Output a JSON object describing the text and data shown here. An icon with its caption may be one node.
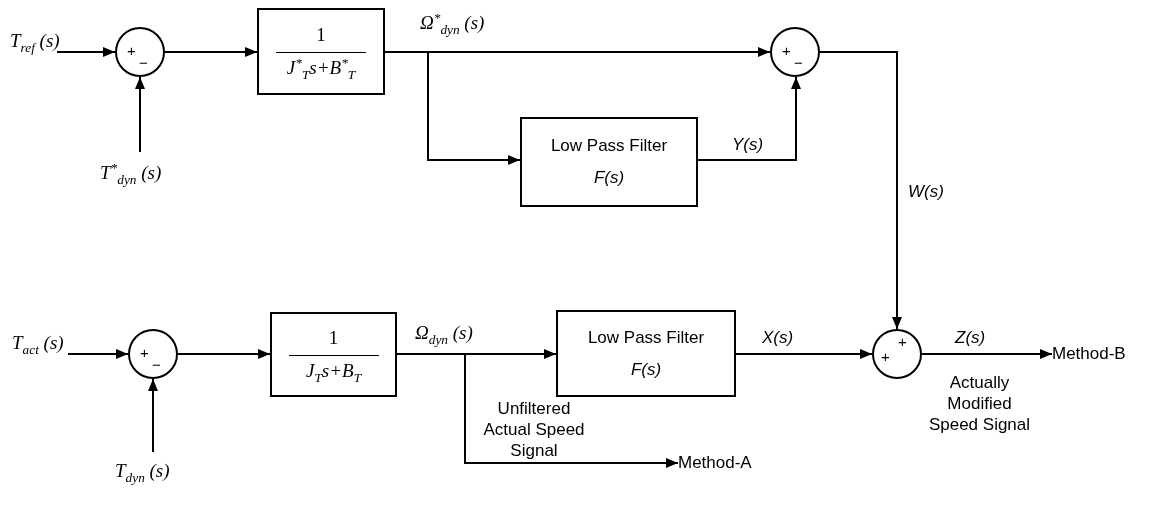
{
  "diagram": {
    "nodes": [
      {
        "text": [
          "T$_{ref}$ (s)"
        ]
      },
      {
        "text": [
          "+",
          "−"
        ]
      },
      {
        "text": [
          "1",
          "J$^{*}$$_{T}$s+B$^{*}$$_{T}$"
        ]
      },
      {
        "text": [
          "+",
          "−"
        ]
      },
      {
        "text": [
          "T$^{*}$$_{dyn}$ (s)"
        ]
      },
      {
        "text": [
          "Low Pass Filter",
          "F(s)"
        ]
      },
      {
        "text": [
          "T$_{act}$ (s)"
        ]
      },
      {
        "text": [
          "+",
          "−"
        ]
      },
      {
        "text": [
          "1",
          "J$_{T}$s+B$_{T}$"
        ]
      },
      {
        "text": [
          "Low Pass Filter",
          "F(s)"
        ]
      },
      {
        "text": [
          "+",
          "+"
        ]
      },
      {
        "text": [
          "Method-B"
        ]
      },
      {
        "text": [
          "T$_{dyn}$ (s)"
        ]
      },
      {
        "text": [
          "Method-A"
        ]
      }
    ],
    "edges": [
      {
        "from": 0,
        "to": 1,
        "arrow": "to"
      },
      {
        "from": 4,
        "to": 1,
        "arrow": "to"
      },
      {
        "from": 1,
        "to": 2,
        "arrow": "to"
      },
      {
        "from": 2,
        "to": 3,
        "arrow": "to",
        "label": "Ω$^{*}$$_{dyn}$ (s)"
      },
      {
        "from": 2,
        "to": 5,
        "arrow": "to"
      },
      {
        "from": 5,
        "to": 3,
        "arrow": "to",
        "label": "Y(s)"
      },
      {
        "from": 3,
        "to": 10,
        "arrow": "to",
        "label": "W(s)"
      },
      {
        "from": 6,
        "to": 7,
        "arrow": "to"
      },
      {
        "from": 12,
        "to": 7,
        "arrow": "to"
      },
      {
        "from": 7,
        "to": 8,
        "arrow": "to"
      },
      {
        "from": 8,
        "to": 9,
        "arrow": "to",
        "label": "Ω$_{dyn}$ (s)"
      },
      {
        "from": 8,
        "to": 13,
        "arrow": "to",
        "label": "Unfiltered Actual Speed Signal"
      },
      {
        "from": 9,
        "to": 10,
        "arrow": "to",
        "label": "X(s)"
      },
      {
        "from": 10,
        "to": 11,
        "arrow": "to",
        "label": "Z(s)"
      }
    ],
    "labels": [
      "Actually Modified Speed Signal"
    ]
  }
}
